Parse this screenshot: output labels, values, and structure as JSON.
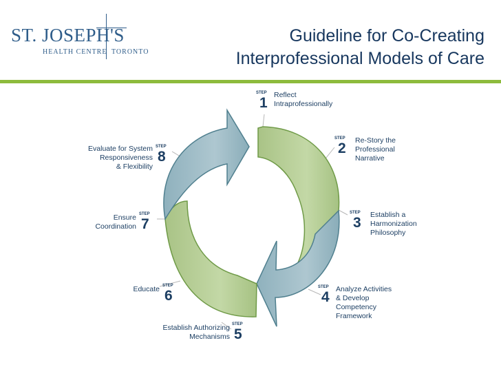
{
  "logo": {
    "name": "ST. JOSEPH'S",
    "sub1": "HEALTH CENTRE",
    "sub2": "TORONTO"
  },
  "title": {
    "line1": "Guideline for Co-Creating",
    "line2": "Interprofessional Models of Care"
  },
  "step_label": "STEP",
  "steps": [
    {
      "number": "1",
      "text": "Reflect\nIntraprofessionally"
    },
    {
      "number": "2",
      "text": "Re-Story the\nProfessional\nNarrative"
    },
    {
      "number": "3",
      "text": "Establish a\nHarmonization\nPhilosophy"
    },
    {
      "number": "4",
      "text": "Analyze Activities\n& Develop\nCompetency\nFramework"
    },
    {
      "number": "5",
      "text": "Establish Authorizing\nMechanisms"
    },
    {
      "number": "6",
      "text": "Educate"
    },
    {
      "number": "7",
      "text": "Ensure\nCoordination"
    },
    {
      "number": "8",
      "text": "Evaluate for System\nResponsiveness\n& Flexibility"
    }
  ],
  "colors": {
    "green_fill": "#b9cf98",
    "green_edge": "#6f9a47",
    "blue_fill": "#9fbcc6",
    "blue_edge": "#4f7f8e",
    "accent_rule": "#8dbb3c",
    "title_color": "#17375e"
  }
}
